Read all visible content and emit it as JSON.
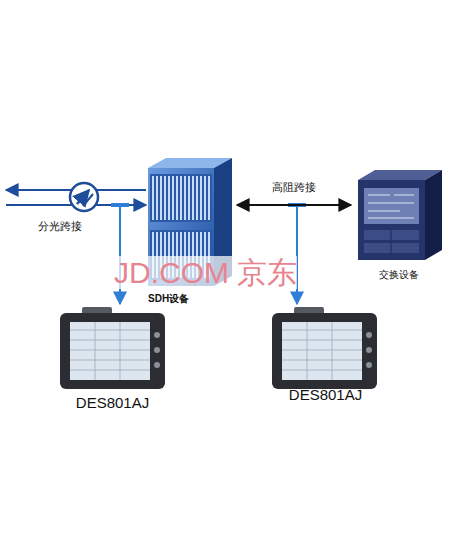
{
  "diagram": {
    "nodes": [
      {
        "text": [
          "SDH设备"
        ]
      },
      {
        "text": [
          "交换设备"
        ]
      },
      {
        "text": [
          "DES801AJ"
        ]
      },
      {
        "text": [
          "DES801AJ"
        ]
      }
    ],
    "edges": [
      {
        "from": 0,
        "to": 1,
        "arrow": "both",
        "label": "高阻跨接"
      }
    ],
    "labels": [
      "分光跨接",
      "JD.COM 京东"
    ]
  }
}
